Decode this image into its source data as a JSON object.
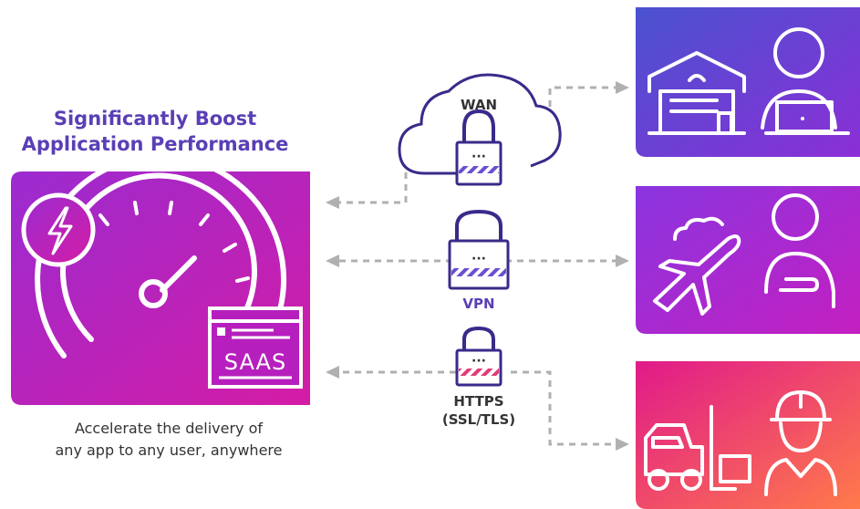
{
  "heading": {
    "line1": "Significantly Boost",
    "line2": "Application Performance"
  },
  "subheading": {
    "line1": "Accelerate the delivery of",
    "line2": "any app to any user, anywhere"
  },
  "app_panel": {
    "badge_text": "SAAS",
    "icons": [
      "lightning-bolt-icon",
      "speedometer-icon",
      "saas-window-icon"
    ]
  },
  "channels": [
    {
      "label": "WAN",
      "icon": "cloud-icon"
    },
    {
      "label": "VPN",
      "icon": "padlock-icon"
    },
    {
      "label_line1": "HTTPS",
      "label_line2": "(SSL/TLS)",
      "icon": "padlock-icon"
    }
  ],
  "users": [
    {
      "icons": [
        "warehouse-icon",
        "office-worker-icon"
      ]
    },
    {
      "icons": [
        "airplane-icon",
        "traveler-icon"
      ]
    },
    {
      "icons": [
        "forklift-icon",
        "construction-worker-icon"
      ]
    }
  ],
  "colors": {
    "brand_purple": "#5a3fb5",
    "panel_purple": "#a01fc8",
    "panel_magenta": "#d21ba6",
    "user1_gradient": [
      "#4a52d0",
      "#8b2fd6"
    ],
    "user2_gradient": [
      "#8a35e0",
      "#c41fc0"
    ],
    "user3_gradient": [
      "#e01a8a",
      "#ff7a4a"
    ],
    "connector_gray": "#b0b0b0"
  }
}
